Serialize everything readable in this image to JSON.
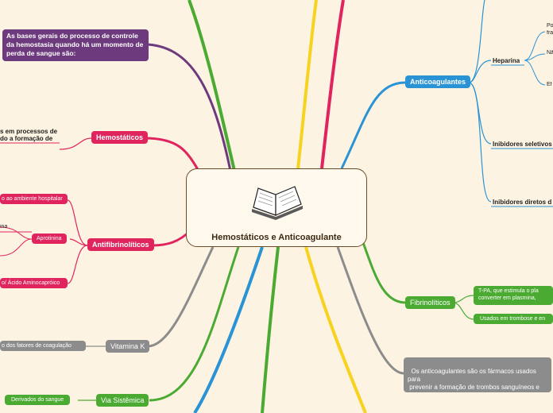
{
  "center": {
    "title": "Hemostáticos e Anticoagulante",
    "icon": "book-icon"
  },
  "colors": {
    "purple": "#6d3a7e",
    "red": "#e0245e",
    "green": "#4aaa32",
    "gray": "#8c8c8c",
    "blue": "#2a93d5",
    "yellow": "#f7d21f",
    "dark_red": "#d81b54"
  },
  "left": {
    "bases_gerais": "As bases gerais do processo de controle da hemostasia quando há um momento de perda de sangue são:",
    "hemostaticos": "Hemostáticos",
    "hemostaticos_desc_line1": "s em processos de",
    "hemostaticos_desc_line2": "do a formação de",
    "antifibrinoliticos": "Antifibrinolíticos",
    "ambiente_hospitalar": "o ao ambiente hospitalar",
    "aprotinina": "Aprotinina",
    "aprotinina_sub": "ina",
    "acido_aminocaproico": "o/ Ácido Aminocapróico",
    "vitamina_k": "Vitamina K",
    "fatores_coagulacao": "o dos fatores de coagulação",
    "via_sistemica": "Via Sistêmica",
    "derivados_sangue": "Derivados do sangue"
  },
  "right": {
    "anticoagulantes": "Anticoagulantes",
    "heparina": "Heparina",
    "heparina_sub1_line1": "Po",
    "heparina_sub1_line2": "fra",
    "heparina_sub2": "Nã",
    "heparina_sub3": "Ef",
    "inibidores_seletivos": "Inibidores seletivos",
    "inibidores_diretos": "Inibidores diretos d",
    "fibrinoliticos": "Fibrinolíticos",
    "tpa_line1": "T-PA, que estimula o pla",
    "tpa_line2": "converter em plasmina,",
    "trombose": "Usados em trombose e en",
    "note": "Os anticoagulantes são os fármacos usados para\n prevenir a formação de trombos sanguíneos e fatores de coagulação."
  }
}
